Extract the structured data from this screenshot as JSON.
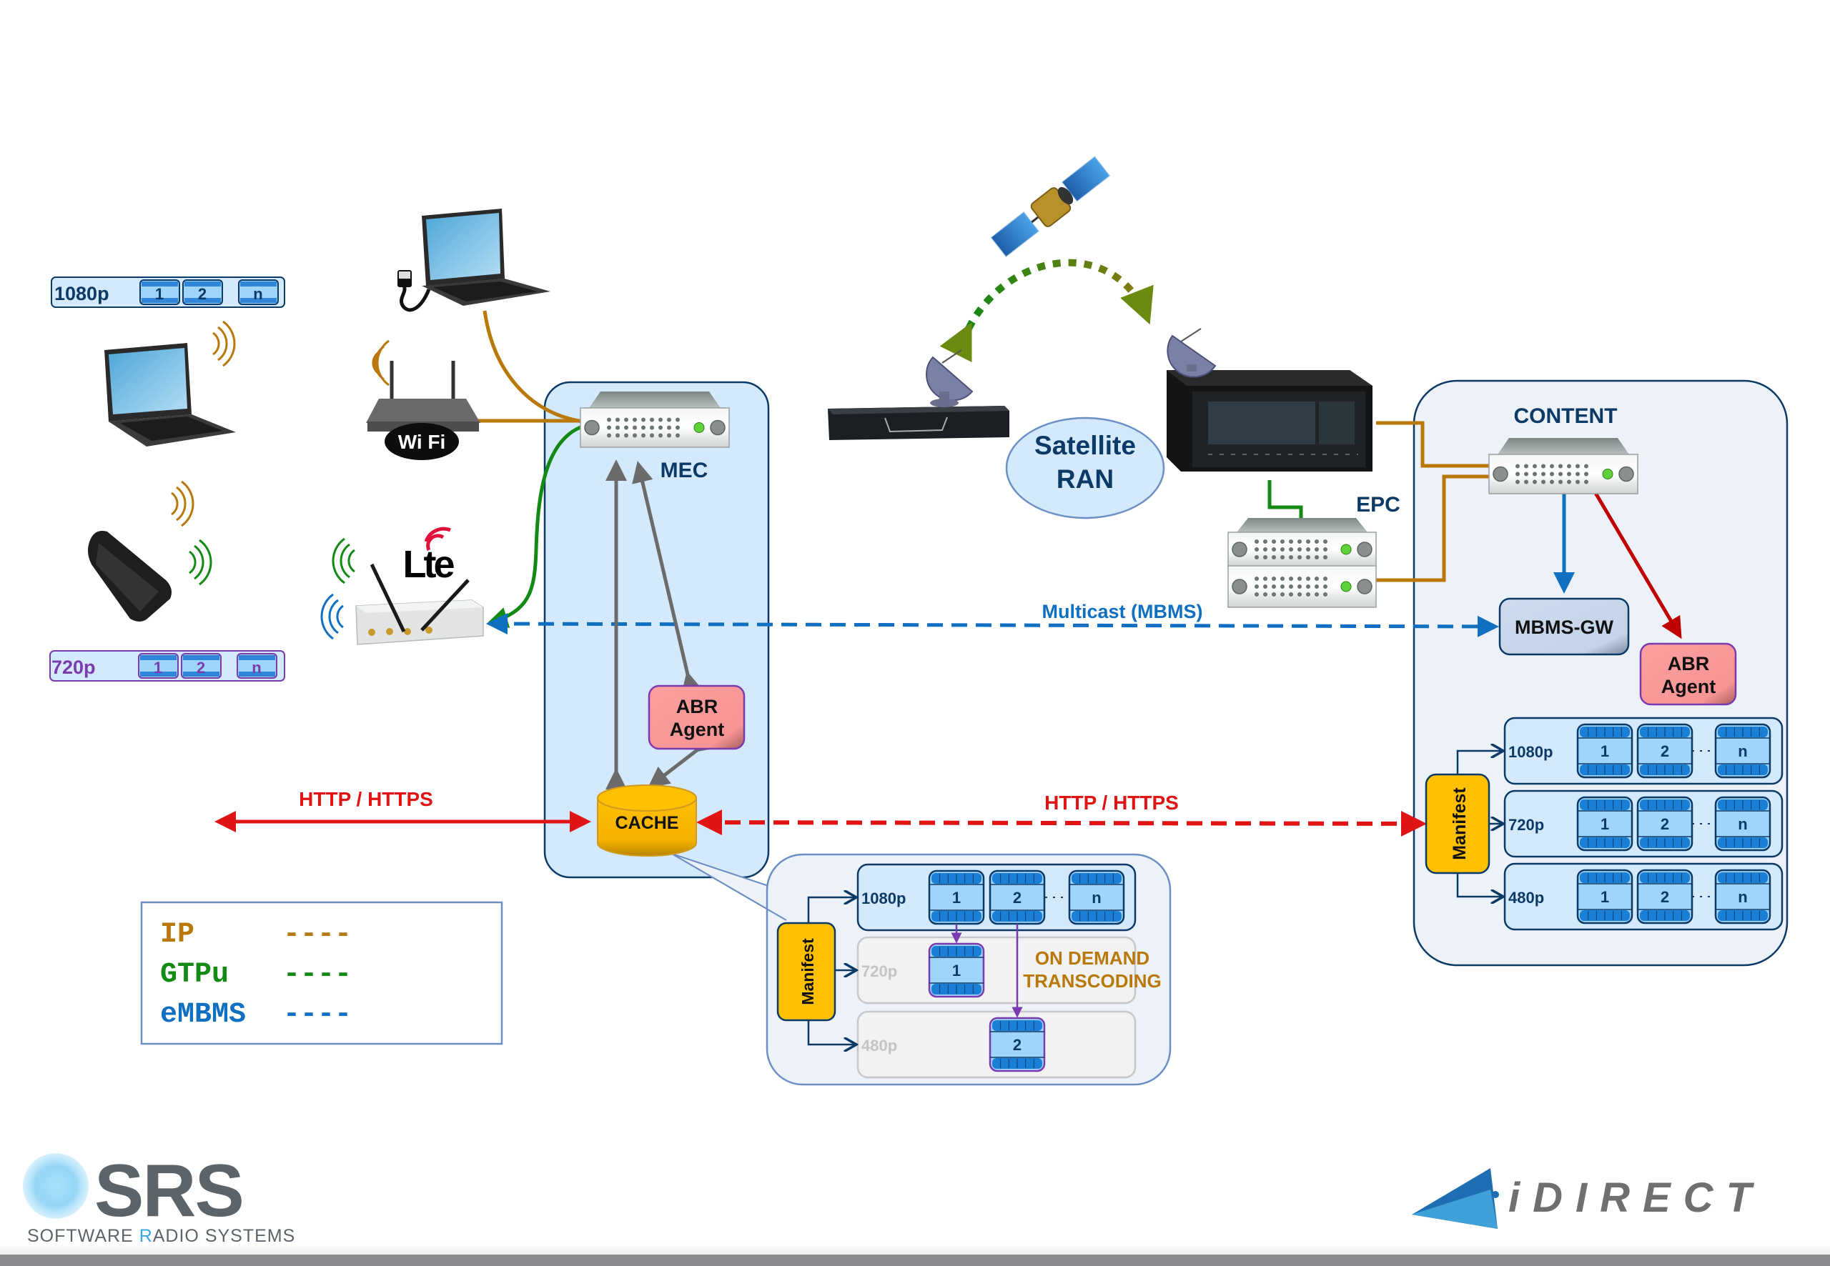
{
  "legend": {
    "items": [
      {
        "label": "IP",
        "dash": "----",
        "color": "#b8780a"
      },
      {
        "label": "GTPu",
        "dash": "----",
        "color": "#138a13"
      },
      {
        "label": "eMBMS",
        "dash": "----",
        "color": "#0f6fc0"
      }
    ]
  },
  "colors": {
    "ip": "#b8780a",
    "gtpu": "#138a13",
    "embms": "#0f6fc0",
    "http": "#e01414",
    "abr_arrow": "#c00000",
    "mgmt_arrow": "#6b6b6b",
    "transcode": "#7a3bb0",
    "label_navy": "#0b3a66",
    "box_fill": "#d4e9fb",
    "panel_fill": "#edf1f8",
    "manifest_fill": "#ffc000",
    "abr_fill": "#f99a9a",
    "mbms_fill": "#c9d7ea"
  },
  "clients": {
    "stream_1080": {
      "label": "1080p",
      "segments": [
        "1",
        "2",
        "n"
      ]
    },
    "stream_720": {
      "label": "720p",
      "segments": [
        "1",
        "2",
        "n"
      ]
    }
  },
  "access": {
    "wifi_logo": "Wi Fi",
    "lte_logo": "Lte"
  },
  "mec": {
    "label": "MEC",
    "abr_agent": [
      "ABR",
      "Agent"
    ],
    "cache": "CACHE"
  },
  "satellite": {
    "ran_label": [
      "Satellite",
      "RAN"
    ]
  },
  "epc": {
    "label": "EPC"
  },
  "links": {
    "multicast": "Multicast (MBMS)",
    "http_left": "HTTP / HTTPS",
    "http_right": "HTTP / HTTPS"
  },
  "content": {
    "title": "CONTENT",
    "mbms_gw": "MBMS-GW",
    "abr_agent": [
      "ABR",
      "Agent"
    ],
    "manifest": "Manifest",
    "renditions": [
      {
        "label": "1080p",
        "segments": [
          "1",
          "2",
          "n"
        ]
      },
      {
        "label": "720p",
        "segments": [
          "1",
          "2",
          "n"
        ]
      },
      {
        "label": "480p",
        "segments": [
          "1",
          "2",
          "n"
        ]
      }
    ]
  },
  "cache_detail": {
    "manifest": "Manifest",
    "renditions": [
      {
        "label": "1080p",
        "segments": [
          "1",
          "2",
          "n"
        ],
        "active": true
      },
      {
        "label": "720p",
        "segments": [
          "1"
        ],
        "active": false
      },
      {
        "label": "480p",
        "segments": [
          "2"
        ],
        "active": false
      }
    ],
    "annotation": [
      "ON DEMAND",
      "TRANSCODING"
    ]
  },
  "logos": {
    "srs_mark": "SRS",
    "srs_tagline_pre": "SOFTWARE ",
    "srs_tagline_r": "R",
    "srs_tagline_post": "ADIO  SYSTEMS",
    "idirect": "iDIRECT"
  }
}
